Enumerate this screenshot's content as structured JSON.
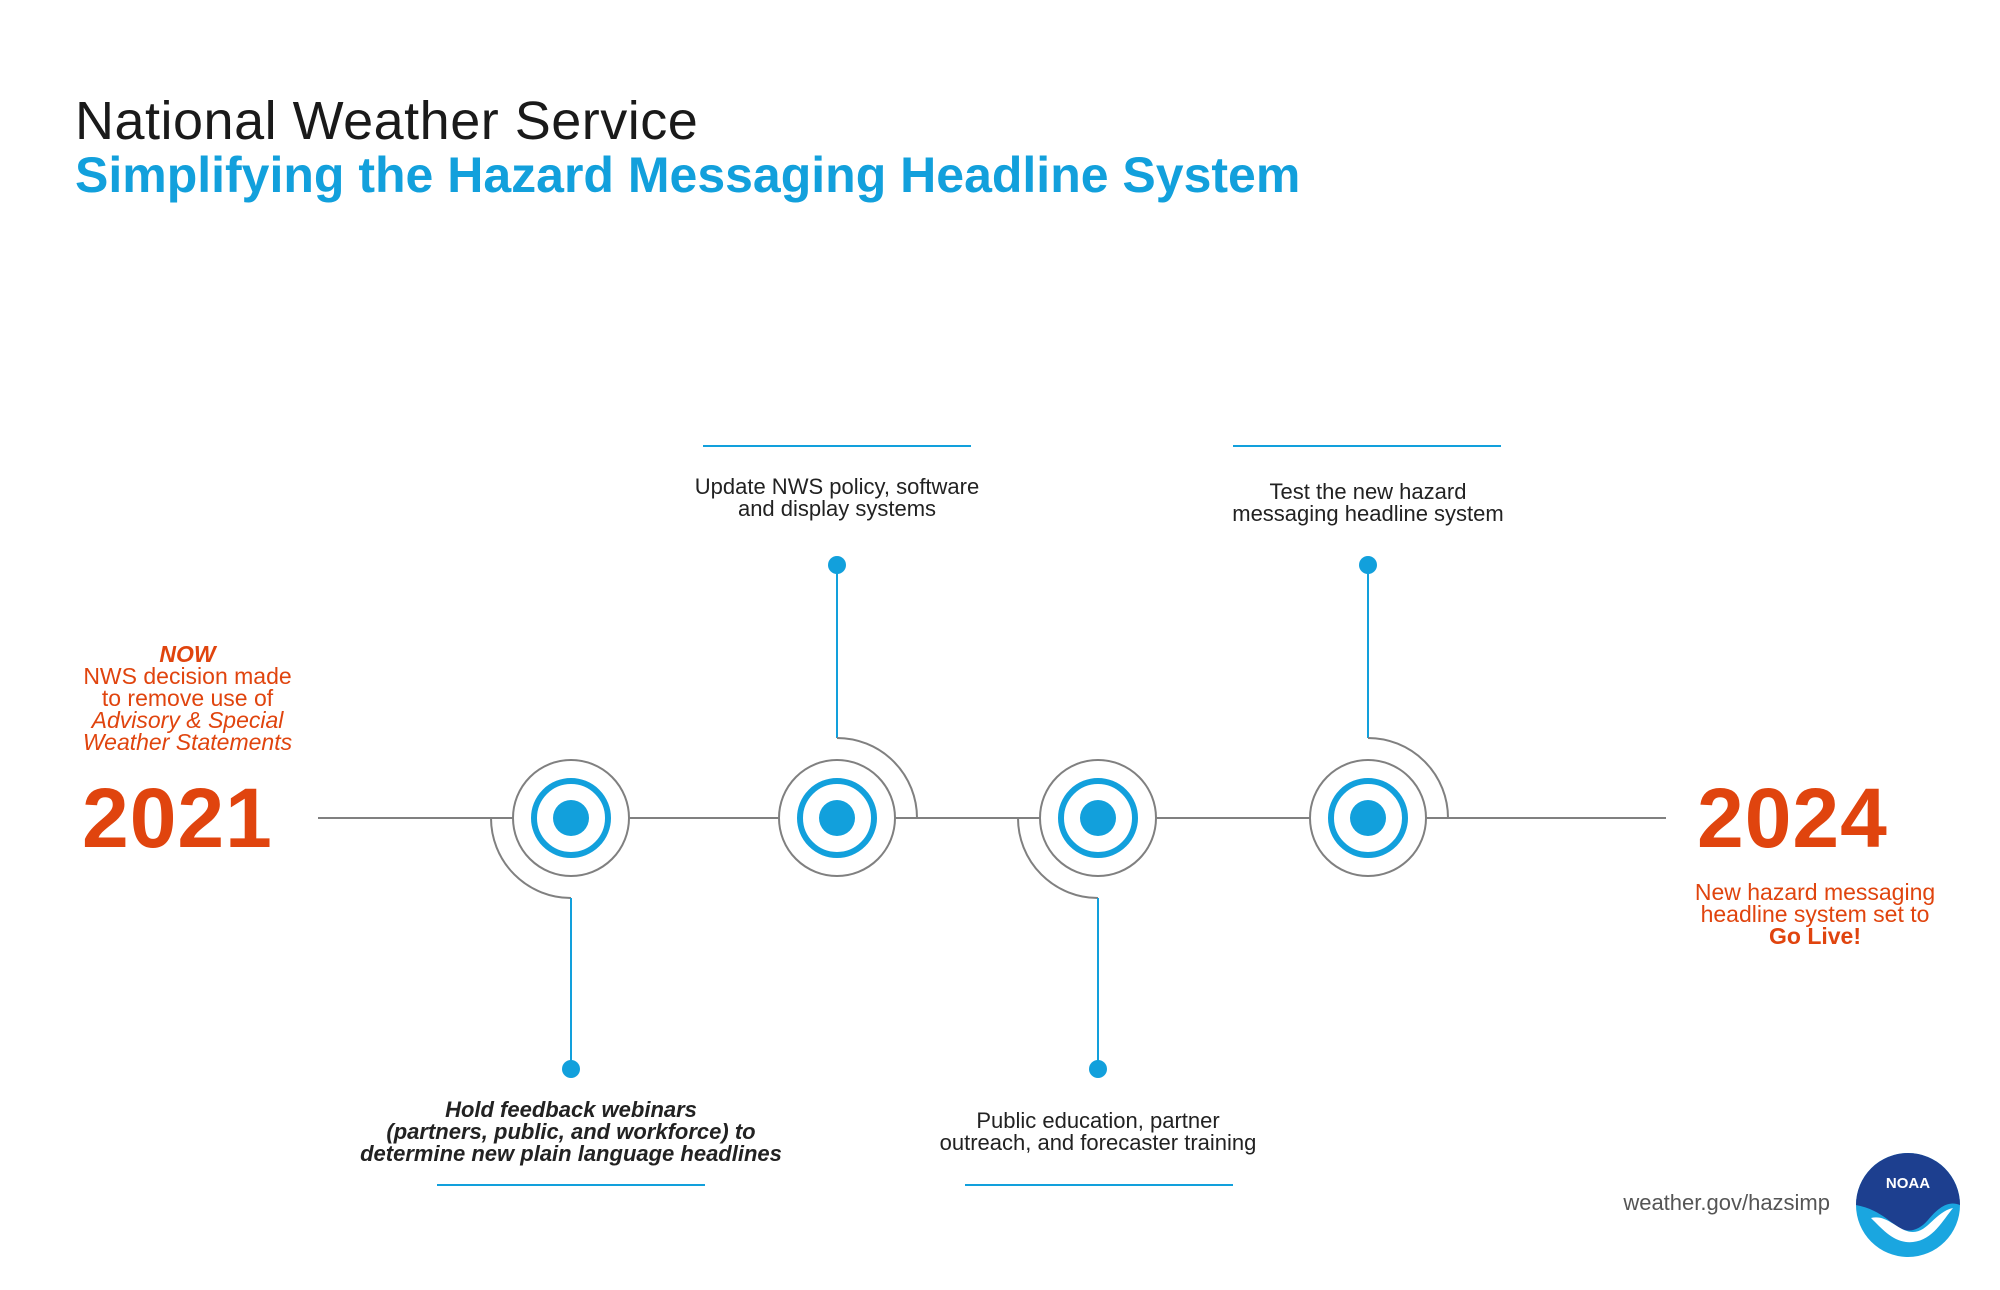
{
  "header": {
    "title": "National Weather Service",
    "subtitle": "Simplifying the Hazard Messaging Headline System"
  },
  "timeline": {
    "start": {
      "year": "2021",
      "note_now": "NOW",
      "note_line1": "NWS decision made",
      "note_line2": "to remove use of",
      "note_line3": "Advisory & Special",
      "note_line4": "Weather Statements"
    },
    "end": {
      "year": "2024",
      "note_line1": "New hazard messaging",
      "note_line2": "headline system set to",
      "note_line3": "Go Live!"
    },
    "steps": [
      {
        "order": 1,
        "position": "below",
        "line1": "Hold feedback webinars",
        "line2": "(partners, public, and workforce) to",
        "line3": "determine new plain language headlines"
      },
      {
        "order": 2,
        "position": "above",
        "line1": "Update NWS policy, software",
        "line2": "and display systems"
      },
      {
        "order": 3,
        "position": "below",
        "line1": "Public education, partner",
        "line2": "outreach, and forecaster training"
      },
      {
        "order": 4,
        "position": "above",
        "line1": "Test the new hazard",
        "line2": "messaging headline system"
      }
    ]
  },
  "footer": {
    "website": "weather.gov/hazsimp",
    "logo_text": "NOAA",
    "logo_icon": "noaa-logo-icon"
  },
  "colors": {
    "accent_blue": "#12a0dc",
    "accent_orange": "#e0440e",
    "line_gray": "#808080",
    "noaa_dark_blue": "#1d3f8f",
    "noaa_light_blue": "#1aa6e0"
  }
}
